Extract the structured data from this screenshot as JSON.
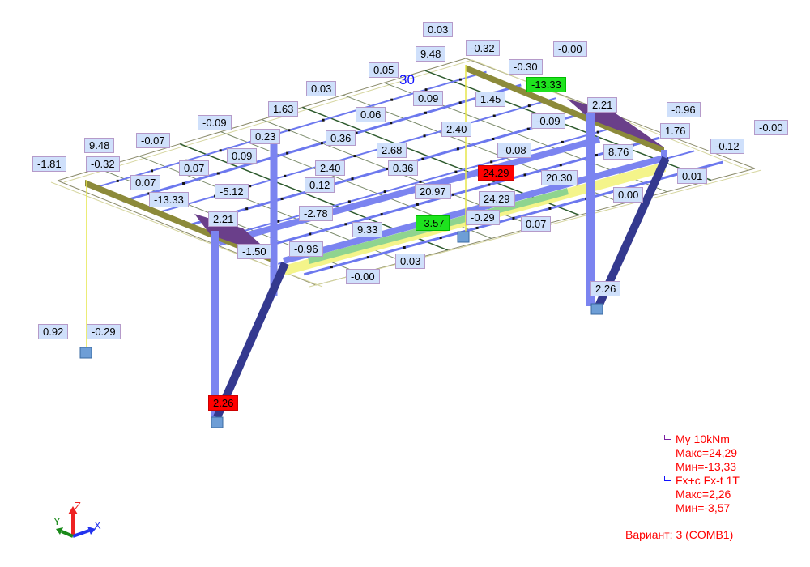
{
  "diagram": {
    "element_number": "30",
    "labels": [
      "0.03",
      "9.48",
      "-0.32",
      "-0.00",
      "0.05",
      "-0.30",
      "-13.33",
      "0.03",
      "0.09",
      "1.45",
      "2.21",
      "1.63",
      "0.06",
      "-0.96",
      "-0.09",
      "-0.09",
      "0.23",
      "0.36",
      "2.40",
      "1.76",
      "-0.00",
      "9.48",
      "-0.07",
      "2.68",
      "-0.08",
      "-1.81",
      "-0.32",
      "0.09",
      "-0.12",
      "8.76",
      "0.07",
      "0.36",
      "24.29",
      "2.40",
      "0.07",
      "0.12",
      "20.30",
      "0.01",
      "-5.12",
      "20.97",
      "24.29",
      "0.00",
      "-13.33",
      "-2.78",
      "2.21",
      "-3.57",
      "-0.29",
      "9.33",
      "0.07",
      "-1.50",
      "-0.96",
      "0.03",
      "-0.00",
      "2.26",
      "0.92",
      "-0.29",
      "2.26"
    ]
  },
  "legend": {
    "my_title": "My  10kNm",
    "my_max": "Макс=24,29",
    "my_min": "Мин=-13,33",
    "fx_title": "Fx+c Fx-t  1T",
    "fx_max": "Макс=2,26",
    "fx_min": "Мин=-3,57",
    "variant": "Вариант: 3 (COMB1)",
    "my_color": "#7a1fa2",
    "fx_color": "#1010ff"
  },
  "axes": {
    "x": "X",
    "y": "Y",
    "z": "Z"
  },
  "colors": {
    "max": "#ff0000",
    "min": "#1ee31e",
    "label_bg": "#cfe0fb"
  }
}
